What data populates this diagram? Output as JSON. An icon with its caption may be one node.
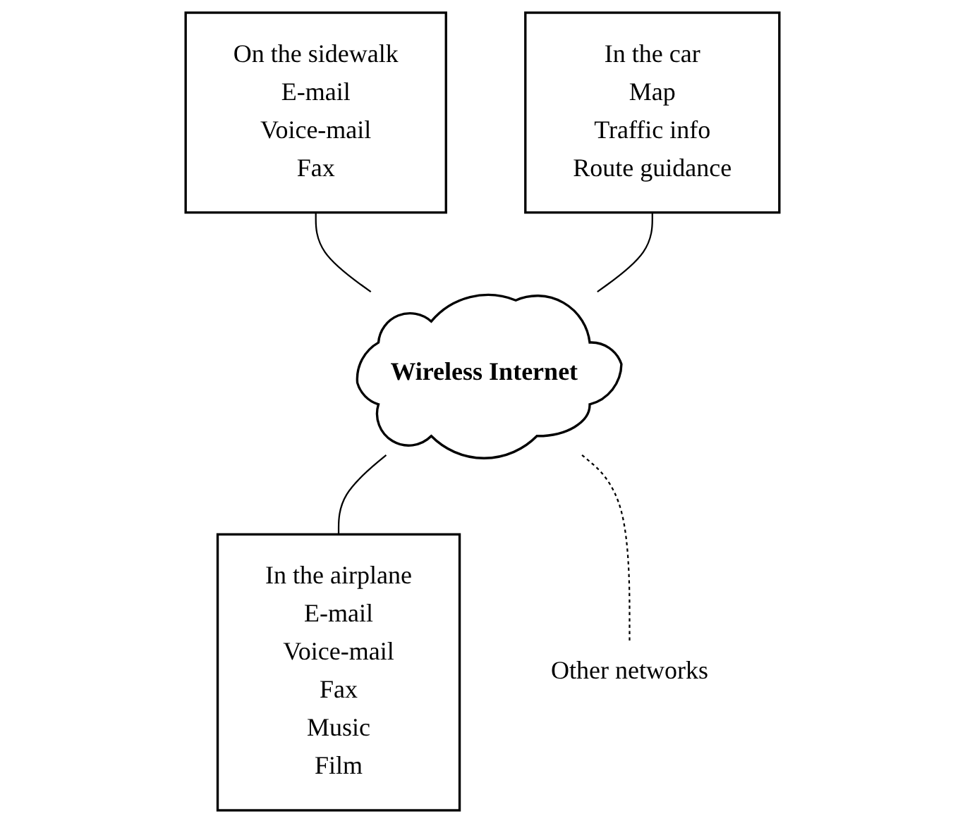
{
  "diagram": {
    "nodes": [
      {
        "text": [
          "On the sidewalk",
          "E-mail",
          "Voice-mail",
          "Fax"
        ]
      },
      {
        "text": [
          "In the car",
          "Map",
          "Traffic info",
          "Route guidance"
        ]
      },
      {
        "text": [
          "In the airplane",
          "E-mail",
          "Voice-mail",
          "Fax",
          "Music",
          "Film"
        ]
      },
      {
        "text": [
          "Wireless Internet"
        ]
      },
      {
        "text": [
          "Other networks"
        ]
      }
    ],
    "edges": [
      {
        "from": 0,
        "to": 3,
        "arrow": "none"
      },
      {
        "from": 1,
        "to": 3,
        "arrow": "none"
      },
      {
        "from": 3,
        "to": 2,
        "arrow": "none"
      },
      {
        "from": 3,
        "to": 4,
        "arrow": "none",
        "style": "dashed"
      }
    ]
  }
}
